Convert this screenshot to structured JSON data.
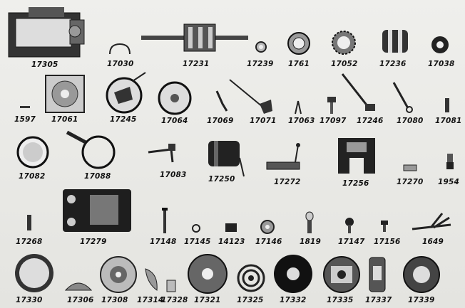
{
  "catalog": {
    "rows": [
      [
        "17305",
        "17030",
        "17231",
        "17239",
        "1761",
        "17052",
        "17236",
        "17038"
      ],
      [
        "1597",
        "17061",
        "17245",
        "17064",
        "17069",
        "17071",
        "17063",
        "17097",
        "17246",
        "17080",
        "17081"
      ],
      [
        "17082",
        "17088",
        "17083",
        "17250",
        "17272",
        "17256",
        "17270",
        "1954"
      ],
      [
        "17268",
        "17279",
        "17148",
        "17145",
        "14123",
        "17146",
        "1819",
        "17147",
        "17156",
        "1649"
      ],
      [
        "17330",
        "17306",
        "17308",
        "17314",
        "17328",
        "17321",
        "17325",
        "17332",
        "17335",
        "17337",
        "17339"
      ]
    ]
  }
}
